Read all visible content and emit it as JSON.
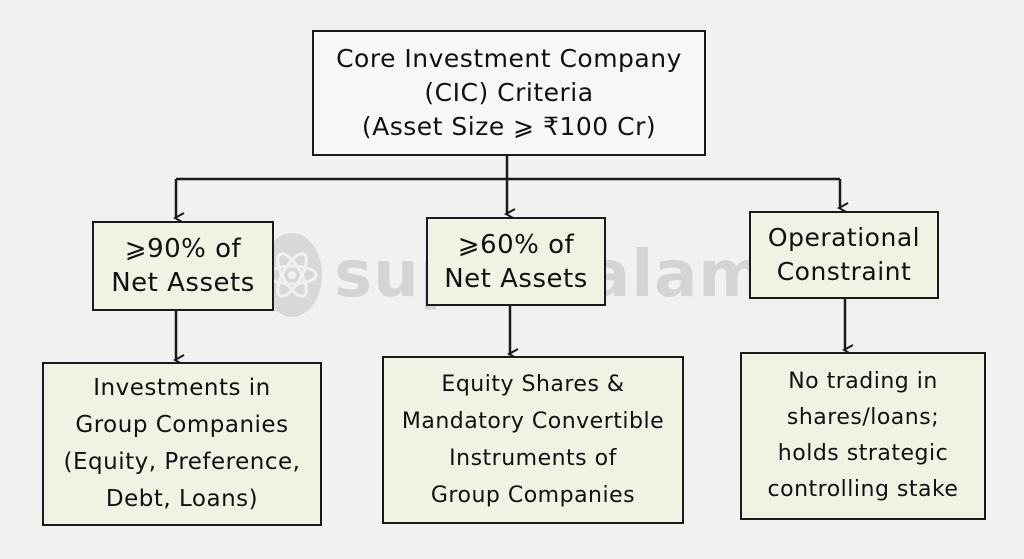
{
  "root": {
    "lines": [
      "Core Investment Company",
      "(CIC) Criteria",
      "(Asset Size ⩾ ₹100 Cr)"
    ]
  },
  "branches": [
    {
      "criterion": [
        "⩾90% of",
        "Net Assets"
      ],
      "detail": [
        "Investments in",
        "Group Companies",
        "(Equity, Preference,",
        "Debt, Loans)"
      ]
    },
    {
      "criterion": [
        "⩾60% of",
        "Net Assets"
      ],
      "detail": [
        "Equity Shares &",
        "Mandatory Convertible",
        "Instruments of",
        "Group Companies"
      ]
    },
    {
      "criterion": [
        "Operational",
        "Constraint"
      ],
      "detail": [
        "No trading in",
        "shares/loans;",
        "holds strategic",
        "controlling stake"
      ]
    }
  ],
  "watermark": {
    "text": "superkalam",
    "icon": "atom-icon"
  }
}
